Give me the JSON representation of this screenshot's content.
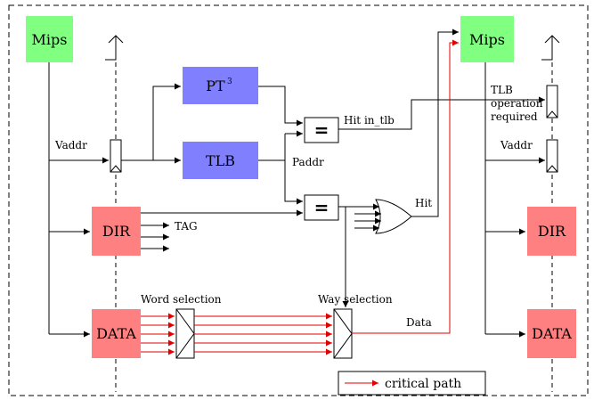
{
  "blocks": {
    "mips_left": "Mips",
    "mips_right": "Mips",
    "pt": "PT",
    "pt_sup": "3",
    "tlb": "TLB",
    "dir_left": "DIR",
    "data_left": "DATA",
    "dir_right": "DIR",
    "data_right": "DATA"
  },
  "comparators": {
    "top": "=",
    "bottom": "="
  },
  "labels": {
    "vaddr_left": "Vaddr",
    "vaddr_right": "Vaddr",
    "hit_in_tlb": "Hit in_tlb",
    "paddr": "Paddr",
    "tag": "TAG",
    "hit": "Hit",
    "word_selection": "Word selection",
    "way_selection": "Way selection",
    "data": "Data",
    "tlb_op_line1": "TLB",
    "tlb_op_line2": "operation",
    "tlb_op_line3": "required"
  },
  "legend": {
    "critical_path": "critical path"
  },
  "colors": {
    "mips": "#80ff80",
    "pt_tlb": "#8080ff",
    "dir_data": "#ff8080",
    "critical": "#e00000"
  }
}
